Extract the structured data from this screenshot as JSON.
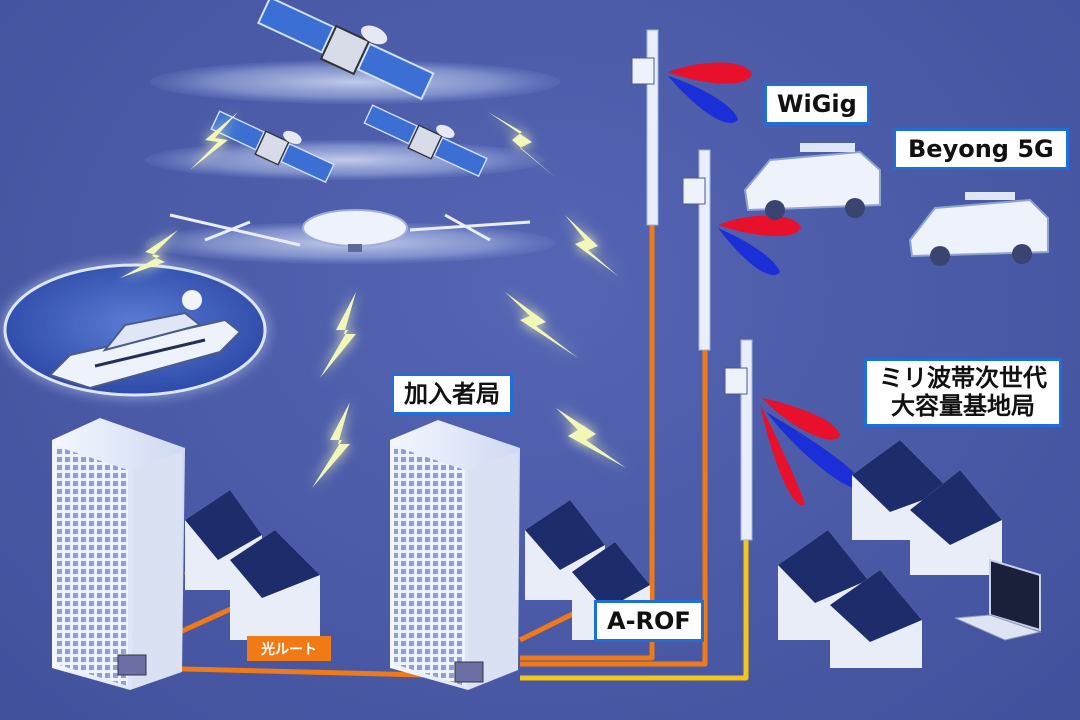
{
  "labels": {
    "wigig": "WiGig",
    "beyond5g": "Beyong 5G",
    "subscriber_station": "加入者局",
    "mmwave_line1": "ミリ波帯次世代",
    "mmwave_line2": "大容量基地局",
    "arof": "A-ROF",
    "optical_route": "光ルート"
  },
  "colors": {
    "background": "#4a5aa6",
    "label_border": "#1f6fd8",
    "fiber_orange": "#f07a16",
    "fiber_yellow": "#f5c518",
    "beam_red": "#e8102a",
    "beam_blue": "#1a2fd8",
    "lightning": "#f2f7b8"
  }
}
